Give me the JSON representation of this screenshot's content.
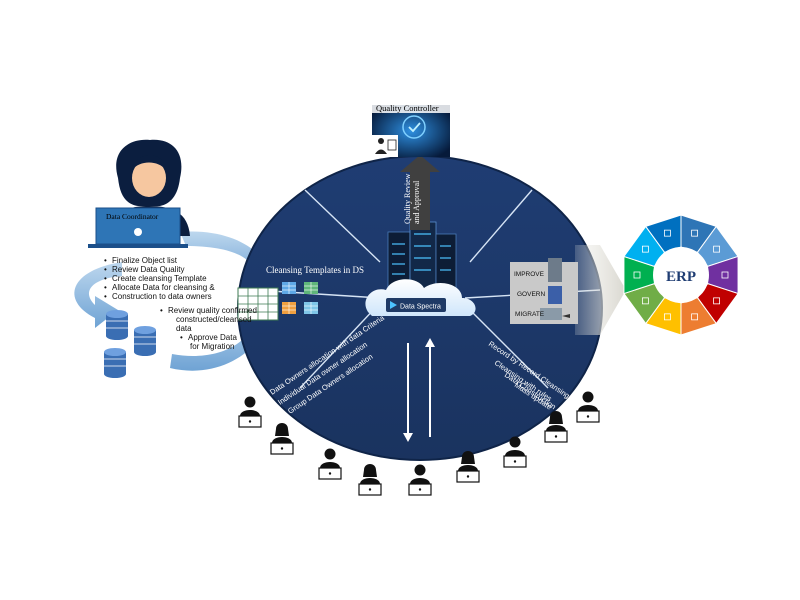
{
  "coordinator": {
    "title": "Data Coordinator",
    "tasks": [
      "Finalize Object list",
      "Review Data Quality",
      "Create cleansing Template",
      "Allocate Data for cleansing &",
      "Construction to data owners"
    ],
    "sub_tasks": [
      "Review quality confirmed",
      "constructed/cleansed",
      "data"
    ],
    "approve_lines": [
      "Approve  Data",
      "for Migration"
    ]
  },
  "quality_controller": {
    "title": "Quality  Controller",
    "review_label_1": "Quality Review",
    "review_label_2": "and Approval"
  },
  "templates": {
    "title": "Cleansing  Templates  in DS"
  },
  "center": {
    "brand": "Data Spectra"
  },
  "actions": [
    "IMPROVE",
    "GOVERN",
    "MIGRATE"
  ],
  "left_sector": [
    "Data Owners allocation with data Criteria",
    "Individual Data owner allocation",
    "Group Data Owners allocation"
  ],
  "right_sector": [
    "Record by Record Cleansing",
    "Cleansing with rules",
    "Data Construction",
    "Mass update"
  ],
  "erp": {
    "label": "ERP"
  },
  "colors": {
    "disk": "#1f3864",
    "disk_dark": "#142a52",
    "accent_blue": "#2e75b6",
    "connector": "#9dc3e6"
  },
  "icons": [
    "person-laptop-icon",
    "database-icon",
    "server-icon",
    "spreadsheet-icon",
    "quality-badge-icon",
    "erp-wheel-icon",
    "user-icon"
  ]
}
